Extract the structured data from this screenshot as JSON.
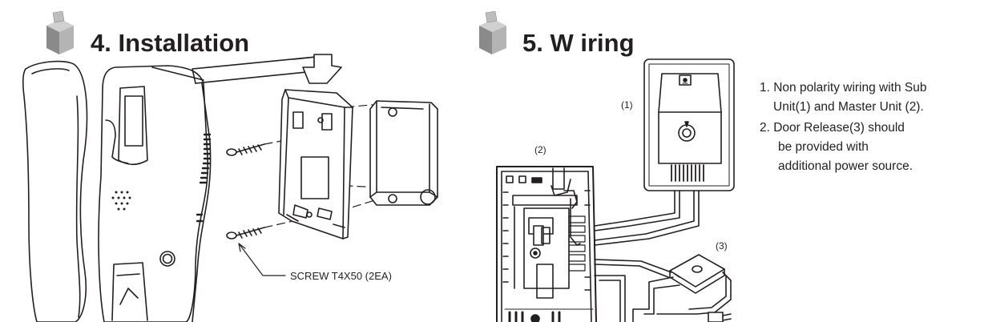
{
  "installation": {
    "title": "4. Installation",
    "screw_label": "SCREW T4X50 (2EA)"
  },
  "wiring": {
    "title": "5. W iring",
    "sub_unit_label": "(1)",
    "master_unit_label": "(2)",
    "door_release_label": "(3)",
    "notes": [
      "1. Non polarity wiring with Sub",
      "Unit(1) and Master Unit (2).",
      "2. Door Release(3) should",
      "be provided with",
      "additional power source."
    ]
  },
  "icons": [
    "cube-icon",
    "cube-icon"
  ]
}
